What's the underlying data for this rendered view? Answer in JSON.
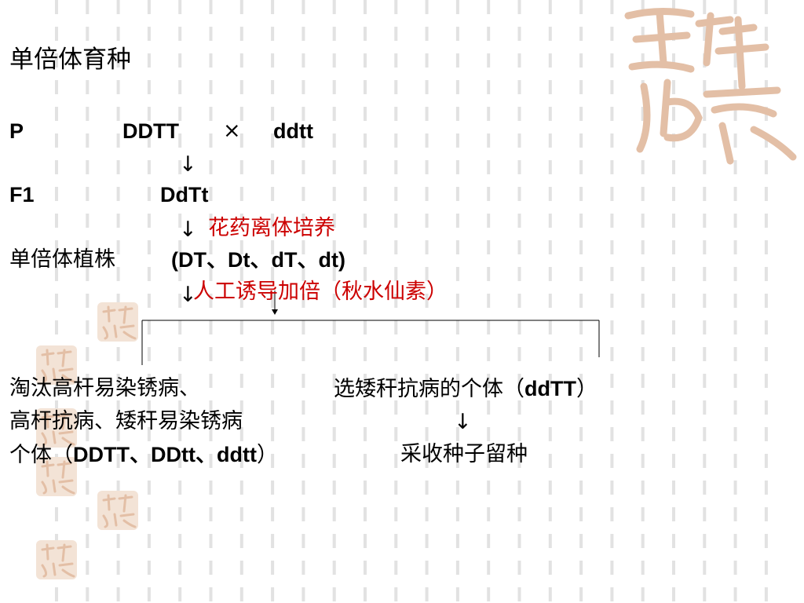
{
  "title": "单倍体育种",
  "row_p": {
    "label": "P",
    "parent1": "DDTT",
    "cross": "×",
    "parent2": "ddtt"
  },
  "row_f1": {
    "label": "F1",
    "genotype": "DdTt"
  },
  "step1": {
    "arrow": "↓",
    "method": "花药离体培养"
  },
  "row_haploid": {
    "label": "单倍体植株",
    "genotypes": "(DT、Dt、dT、dt)"
  },
  "step2": {
    "arrow": "↓",
    "method": "人工诱导加倍（秋水仙素）"
  },
  "left_branch": {
    "line1": "淘汰高杆易染锈病、",
    "line2": "高杆抗病、矮秆易染锈病",
    "line3_prefix": "个体（",
    "line3_genotypes": "DDTT、DDtt、ddtt",
    "line3_suffix": "）"
  },
  "right_branch": {
    "line1_text": "选矮秆抗病的个体（",
    "line1_genotype": "ddTT",
    "line1_suffix": "）",
    "arrow": "↓",
    "line2": "采收种子留种"
  },
  "colors": {
    "accent": "#cc0000",
    "watermark": "#e3bfa6",
    "stripes": "#e2e2e2"
  },
  "watermark_icon": "auspicious-seal-calligraphy"
}
